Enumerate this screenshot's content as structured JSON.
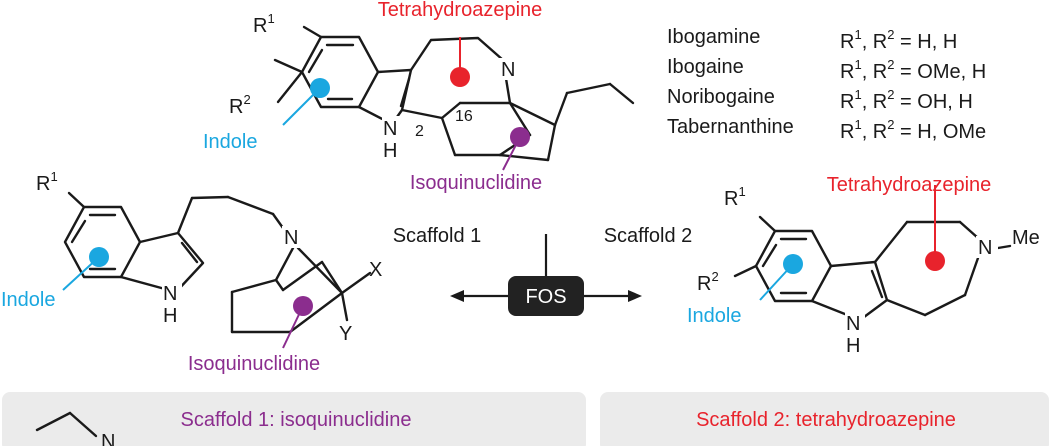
{
  "colors": {
    "indole": "#1aa7e0",
    "tetrahydroazepine": "#e8232c",
    "isoquinuclidine": "#8b2d8e",
    "bond": "#1a1a1a",
    "panel": "#ebebeb",
    "fos_box": "#222222"
  },
  "top_structure": {
    "labels": {
      "r1": "R",
      "r1_sup": "1",
      "r2": "R",
      "r2_sup": "2",
      "n": "N",
      "nh_n": "N",
      "nh_h": "H",
      "c2": "2",
      "c16": "16"
    },
    "annotations": {
      "tetrahydroazepine": "Tetrahydroazepine",
      "indole": "Indole",
      "isoquinuclidine": "Isoquinuclidine"
    }
  },
  "compound_table": [
    {
      "name": "Ibogamine",
      "r": "R",
      "r1_sup": "1",
      "comma": ", R",
      "r2_sup": "2",
      "value": " = H, H"
    },
    {
      "name": "Ibogaine",
      "r": "R",
      "r1_sup": "1",
      "comma": ", R",
      "r2_sup": "2",
      "value": " = OMe, H"
    },
    {
      "name": "Noribogaine",
      "r": "R",
      "r1_sup": "1",
      "comma": ", R",
      "r2_sup": "2",
      "value": " = OH, H"
    },
    {
      "name": "Tabernanthine",
      "r": "R",
      "r1_sup": "1",
      "comma": ", R",
      "r2_sup": "2",
      "value": " = H, OMe"
    }
  ],
  "scaffold1": {
    "labels": {
      "r1": "R",
      "r1_sup": "1",
      "n": "N",
      "nh_n": "N",
      "nh_h": "H",
      "x": "X",
      "y": "Y"
    },
    "annotations": {
      "indole": "Indole",
      "isoquinuclidine": "Isoquinuclidine"
    }
  },
  "scaffold2": {
    "labels": {
      "r1": "R",
      "r1_sup": "1",
      "r2": "R",
      "r2_sup": "2",
      "n": "N",
      "me": "Me",
      "nh_n": "N",
      "nh_h": "H"
    },
    "annotations": {
      "tetrahydroazepine": "Tetrahydroazepine",
      "indole": "Indole"
    }
  },
  "center": {
    "scaffold1_label": "Scaffold 1",
    "scaffold2_label": "Scaffold 2",
    "fos_label": "FOS"
  },
  "bottom_panels": {
    "left_title": "Scaffold 1: isoquinuclidine",
    "left_fragment_n": "N",
    "right_title": "Scaffold 2: tetrahydroazepine"
  }
}
